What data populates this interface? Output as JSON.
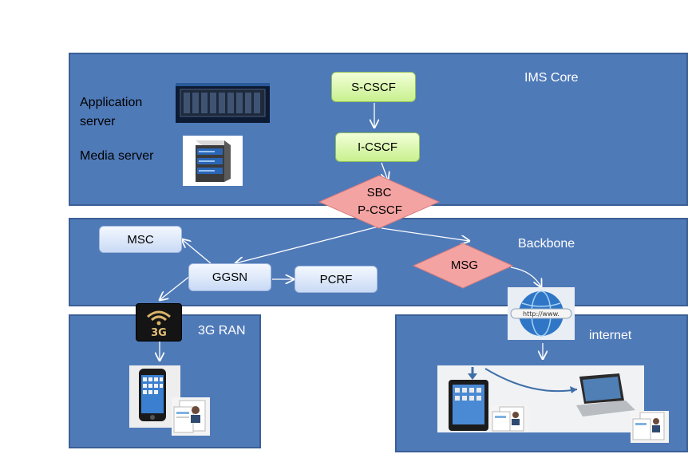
{
  "panels": {
    "ims_core": "IMS Core",
    "backbone": "Backbone",
    "ran": "3G RAN",
    "internet": "internet"
  },
  "labels": {
    "application_server": "Application server",
    "media_server": "Media server"
  },
  "nodes": {
    "scscf": "S-CSCF",
    "icscf": "I-CSCF",
    "sbc": "SBC",
    "pcscf": "P-CSCF",
    "msc": "MSC",
    "ggsn": "GGSN",
    "pcrf": "PCRF",
    "msg": "MSG"
  },
  "icons": {
    "three_g": "3G",
    "http": "http://www."
  },
  "colors": {
    "panel": "#4f7ab8",
    "green_node": "#c8f08e",
    "blue_node": "#c9daf5",
    "diamond": "#f4a3a3"
  }
}
